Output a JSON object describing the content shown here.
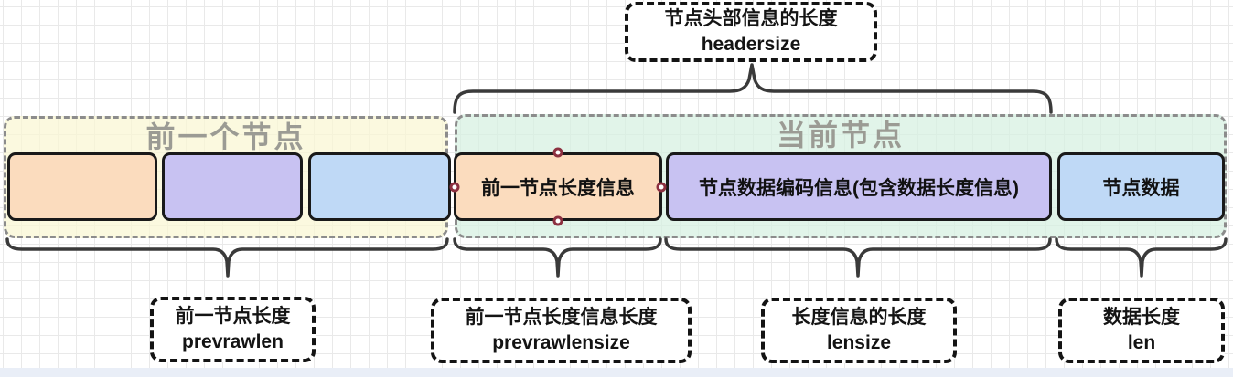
{
  "diagram": {
    "header_callout": {
      "title": "节点头部信息的长度",
      "subtitle": "headersize"
    },
    "regions": {
      "previous_node": {
        "label": "前一个节点"
      },
      "current_node": {
        "label": "当前节点"
      }
    },
    "cells": {
      "prev_cell_1": {
        "label": ""
      },
      "prev_cell_2": {
        "label": ""
      },
      "prev_cell_3": {
        "label": ""
      },
      "prevrawlen_info": {
        "label": "前一节点长度信息"
      },
      "encoding_info": {
        "label": "节点数据编码信息(包含数据长度信息)"
      },
      "node_data": {
        "label": "节点数据"
      }
    },
    "callouts": {
      "prevrawlen": {
        "title": "前一节点长度",
        "subtitle": "prevrawlen"
      },
      "prevrawlensize": {
        "title": "前一节点长度信息长度",
        "subtitle": "prevrawlensize"
      },
      "lensize": {
        "title": "长度信息的长度",
        "subtitle": "lensize"
      },
      "len": {
        "title": "数据长度",
        "subtitle": "len"
      }
    },
    "colors": {
      "cell_orange": "#fbdcbe",
      "cell_purple": "#c8c2f2",
      "cell_blue": "#bfd9f6",
      "region_yellow": "#faf7d2",
      "region_green": "#d5f0e1",
      "region_border": "#8c8c8c",
      "region_label_text": "#9b9b94",
      "cell_border": "#191919",
      "brace_stroke": "#3a3a3a",
      "handle_border": "#8d3040",
      "bottom_strip": "#e9eef7"
    }
  }
}
